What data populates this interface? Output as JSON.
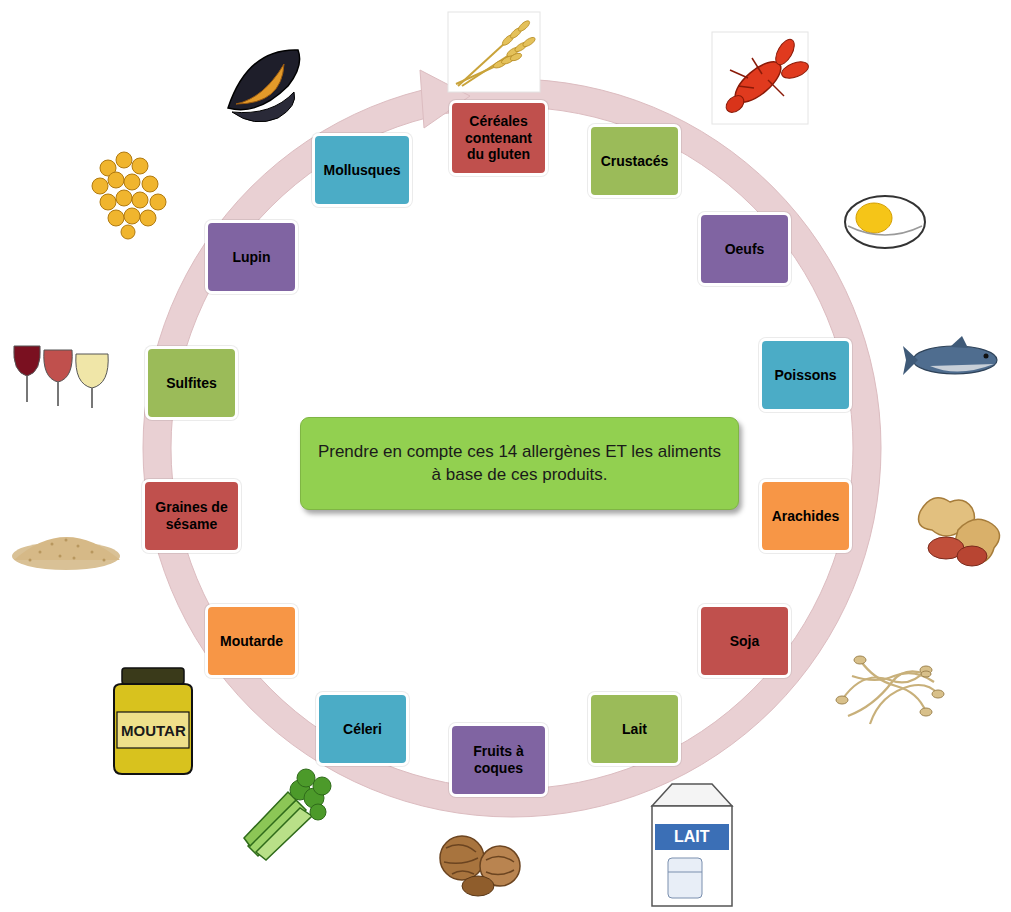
{
  "diagram": {
    "nodes": [
      {
        "text": [
          "Céréales contenant du gluten"
        ]
      },
      {
        "text": [
          "Crustacés"
        ]
      },
      {
        "text": [
          "Oeufs"
        ]
      },
      {
        "text": [
          "Poissons"
        ]
      },
      {
        "text": [
          "Arachides"
        ]
      },
      {
        "text": [
          "Soja"
        ]
      },
      {
        "text": [
          "Lait"
        ]
      },
      {
        "text": [
          "Fruits à coques"
        ]
      },
      {
        "text": [
          "Céleri"
        ]
      },
      {
        "text": [
          "Moutarde"
        ]
      },
      {
        "text": [
          "Graines de sésame"
        ]
      },
      {
        "text": [
          "Sulfites"
        ]
      },
      {
        "text": [
          "Lupin"
        ]
      },
      {
        "text": [
          "Mollusques"
        ]
      },
      {
        "text": [
          "Prendre en compte ces 14 allergènes ET les aliments à base de ces produits."
        ]
      }
    ],
    "labels": [
      "MOUTAR",
      "LAIT"
    ]
  }
}
